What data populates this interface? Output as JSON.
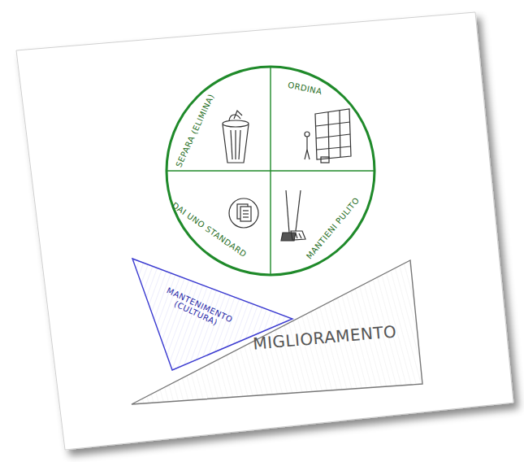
{
  "diagram": {
    "nodes": [
      {
        "text": [
          "SEPARA (ELIMINA)"
        ]
      },
      {
        "text": [
          "ORDINA"
        ]
      },
      {
        "text": [
          "DAI UNO STANDARD"
        ]
      },
      {
        "text": [
          "MANTIENI PULITO"
        ]
      },
      {
        "text": [
          "MANTENIMENTO (CULTURA)"
        ]
      },
      {
        "text": [
          "MIGLIORAMENTO"
        ]
      }
    ]
  }
}
